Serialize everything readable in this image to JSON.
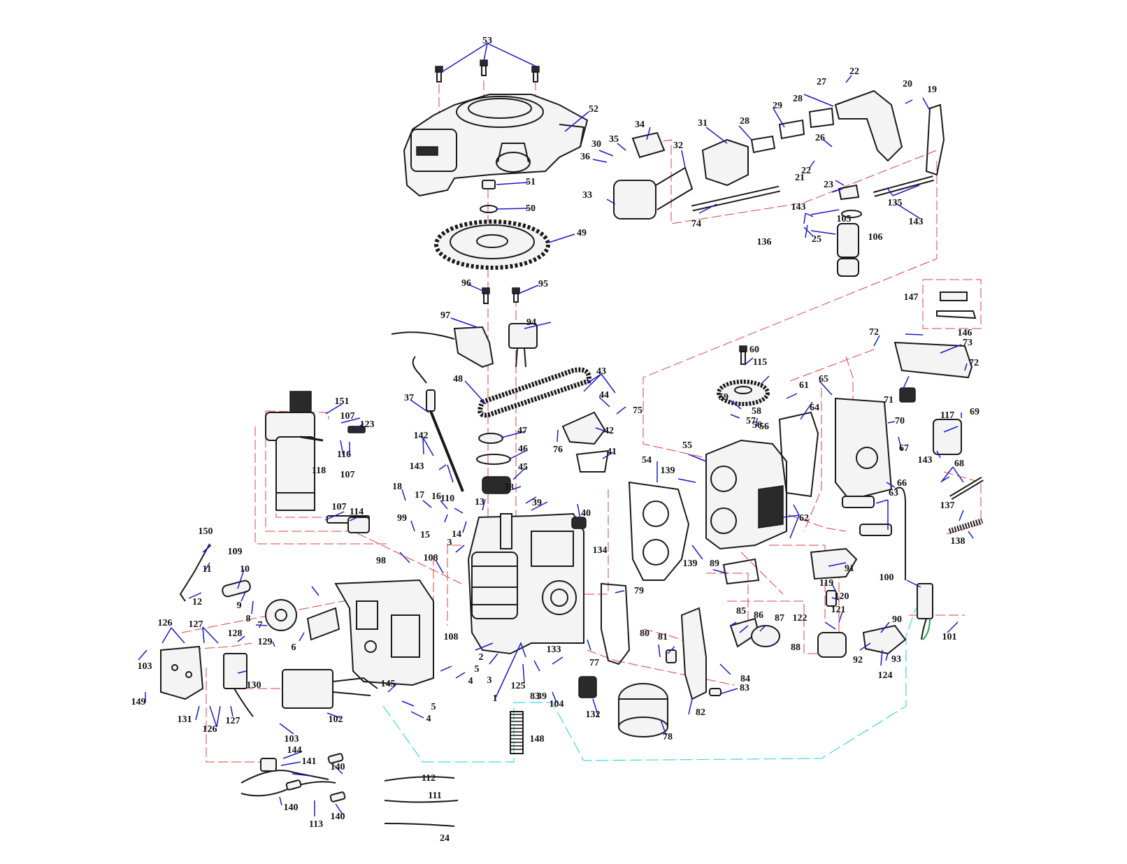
{
  "diagram": {
    "colors": {
      "background": "#ffffff",
      "leader_line": "#1a1acc",
      "assembly_line": "#e04040",
      "harness_line": "#40d8e0",
      "part_outline": "#1a1a1a",
      "label_text": "#111111"
    },
    "part_numbers": [
      "1",
      "2",
      "3",
      "3",
      "4",
      "4",
      "5",
      "5",
      "6",
      "7",
      "8",
      "9",
      "10",
      "11",
      "12",
      "13",
      "14",
      "15",
      "16",
      "17",
      "18",
      "19",
      "20",
      "21",
      "22",
      "22",
      "23",
      "24",
      "25",
      "26",
      "27",
      "28",
      "28",
      "29",
      "30",
      "31",
      "32",
      "33",
      "34",
      "35",
      "36",
      "37",
      "38",
      "39",
      "39",
      "40",
      "41",
      "42",
      "43",
      "44",
      "45",
      "46",
      "47",
      "48",
      "49",
      "50",
      "51",
      "52",
      "53",
      "54",
      "55",
      "56",
      "56",
      "57",
      "58",
      "59",
      "60",
      "61",
      "62",
      "63",
      "64",
      "65",
      "66",
      "67",
      "68",
      "69",
      "70",
      "71",
      "72",
      "72",
      "73",
      "74",
      "75",
      "76",
      "77",
      "78",
      "79",
      "80",
      "81",
      "82",
      "83",
      "83",
      "84",
      "85",
      "86",
      "87",
      "88",
      "89",
      "90",
      "91",
      "92",
      "93",
      "94",
      "95",
      "96",
      "97",
      "98",
      "99",
      "100",
      "101",
      "102",
      "103",
      "103",
      "104",
      "105",
      "106",
      "107",
      "107",
      "107",
      "108",
      "108",
      "109",
      "110",
      "111",
      "112",
      "113",
      "114",
      "115",
      "116",
      "117",
      "118",
      "119",
      "120",
      "121",
      "122",
      "123",
      "124",
      "125",
      "126",
      "126",
      "127",
      "127",
      "128",
      "129",
      "130",
      "131",
      "132",
      "133",
      "134",
      "135",
      "136",
      "137",
      "138",
      "139",
      "139",
      "140",
      "140",
      "140",
      "141",
      "142",
      "143",
      "143",
      "143",
      "143",
      "144",
      "145",
      "146",
      "147",
      "148",
      "149",
      "150",
      "151"
    ]
  }
}
